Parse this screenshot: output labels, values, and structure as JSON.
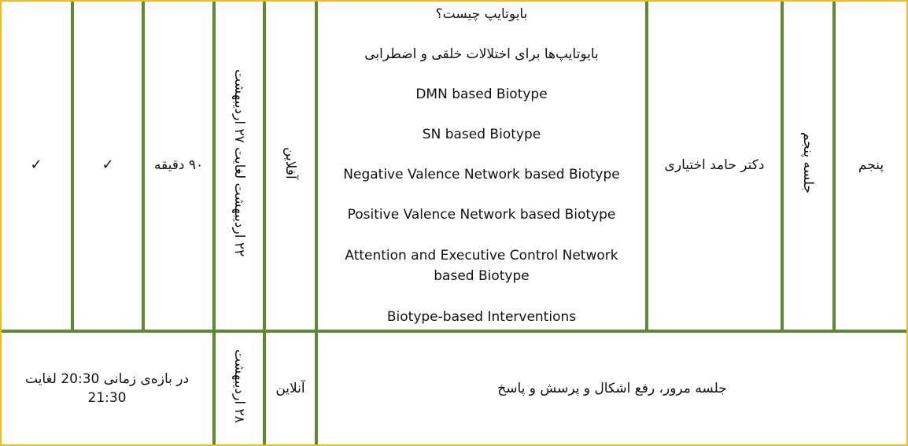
{
  "session": {
    "number": "پنجم",
    "title": "جلسه پنجم",
    "instructor": "دکتر حامد اختیاری",
    "topics": [
      "بایوتایپ چیست؟",
      "بایوتایپ‌ها برای اختلالات خلقی و اضطرابی",
      "DMN based Biotype",
      "SN based Biotype",
      "Negative Valence Network based Biotype",
      "Positive Valence Network based Biotype",
      "Attention and Executive Control Network based Biotype",
      "Biotype-based Interventions"
    ],
    "mode": "آفلاین",
    "date": "۲۲ اردیبهشت لغایت ۲۷ اردیبهشت",
    "duration": "۹۰ دقیقه",
    "check_1": "✓",
    "check_2": "✓"
  },
  "review": {
    "title": "جلسه مرور، رفع اشکال و پرسش و پاسخ",
    "mode": "آنلاین",
    "date": "۲۸ اردیبهشت",
    "time": "در بازه‌ی زمانی 20:30 لغایت 21:30"
  }
}
